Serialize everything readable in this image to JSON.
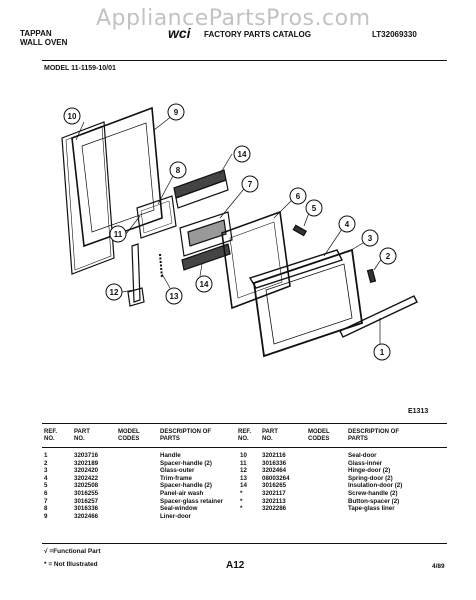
{
  "header": {
    "brand_line1": "TAPPAN",
    "brand_line2": "WALL OVEN",
    "catalog_title": "FACTORY PARTS CATALOG",
    "catalog_code": "LT32069330",
    "watermark": "AppliancePartsPros.com"
  },
  "model": "MODEL 11-1159-10/01",
  "figure_id": "E1313",
  "callouts": [
    "1",
    "2",
    "3",
    "4",
    "5",
    "6",
    "7",
    "8",
    "9",
    "10",
    "11",
    "12",
    "13",
    "14",
    "14"
  ],
  "table": {
    "headers": {
      "ref_no": "REF. NO.",
      "part_no": "PART NO.",
      "model_codes": "MODEL CODES",
      "description": "DESCRIPTION OF PARTS"
    },
    "left_rows": [
      {
        "ref": "1",
        "part": "3203716",
        "desc": "Handle"
      },
      {
        "ref": "2",
        "part": "3202189",
        "desc": "Spacer-handle (2)"
      },
      {
        "ref": "3",
        "part": "3202420",
        "desc": "Glass-outer"
      },
      {
        "ref": "4",
        "part": "3202422",
        "desc": "Trim-frame"
      },
      {
        "ref": "5",
        "part": "3202508",
        "desc": "Spacer-handle (2)"
      },
      {
        "ref": "6",
        "part": "3016255",
        "desc": "Panel-air wash"
      },
      {
        "ref": "7",
        "part": "3016257",
        "desc": "Spacer-glass retainer"
      },
      {
        "ref": "8",
        "part": "3016336",
        "desc": "Seal-window"
      },
      {
        "ref": "9",
        "part": "3202466",
        "desc": "Liner-door"
      }
    ],
    "right_rows": [
      {
        "ref": "10",
        "part": "3202116",
        "desc": "Seal-door"
      },
      {
        "ref": "11",
        "part": "3016336",
        "desc": "Glass-inner"
      },
      {
        "ref": "12",
        "part": "3202464",
        "desc": "Hinge-door (2)"
      },
      {
        "ref": "13",
        "part": "08003264",
        "desc": "Spring-door (2)"
      },
      {
        "ref": "14",
        "part": "3016265",
        "desc": "Insulation-door (2)"
      },
      {
        "ref": "*",
        "part": "3202117",
        "desc": "Screw-handle (2)"
      },
      {
        "ref": "*",
        "part": "3202113",
        "desc": "Button-spacer (2)"
      },
      {
        "ref": "*",
        "part": "3202286",
        "desc": "Tape-glass liner"
      }
    ]
  },
  "footer": {
    "functional_note": "√ =Functional Part",
    "not_illustrated_note": "* = Not Illustrated",
    "page": "A12",
    "date": "4/89"
  }
}
